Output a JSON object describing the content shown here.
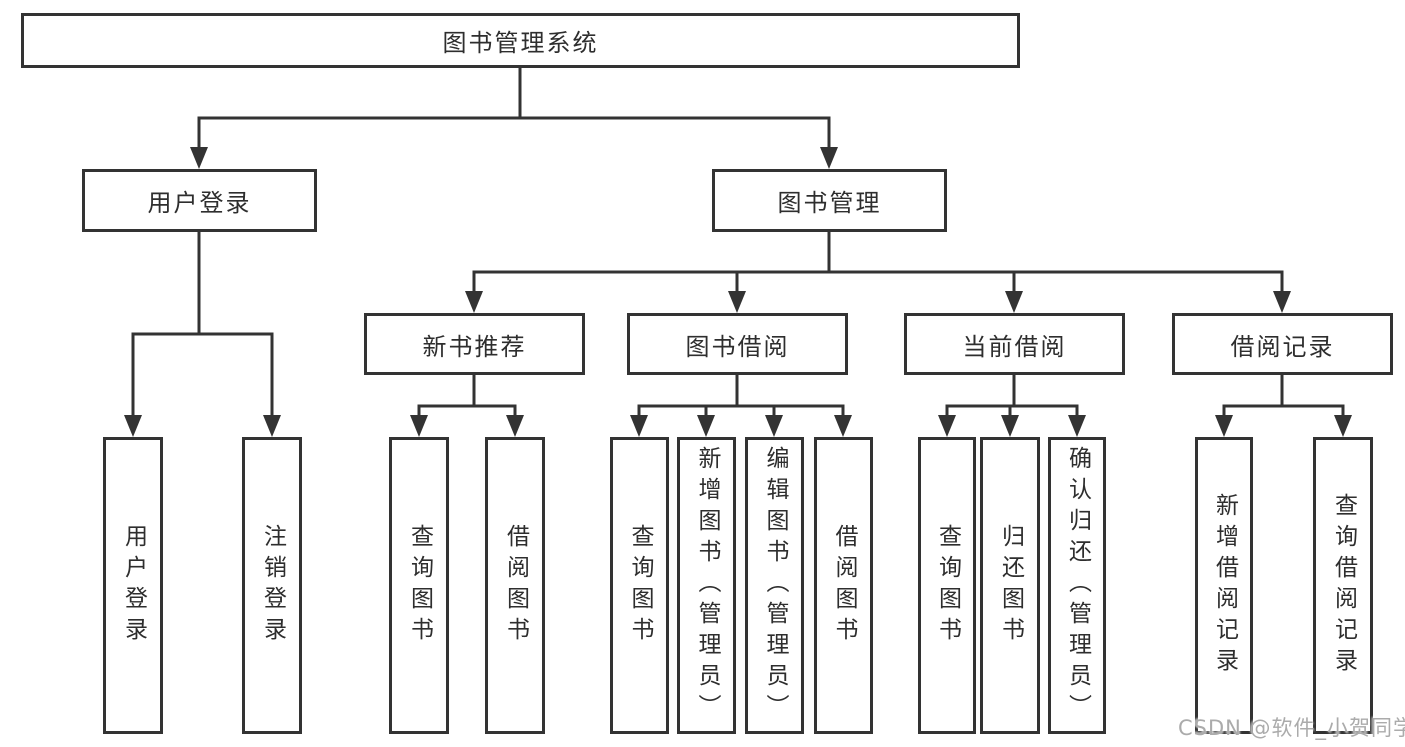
{
  "tree": {
    "label": "图书管理系统",
    "children": [
      {
        "label": "用户登录",
        "children": [
          {
            "label": "用户登录"
          },
          {
            "label": "注销登录"
          }
        ]
      },
      {
        "label": "图书管理",
        "children": [
          {
            "label": "新书推荐",
            "children": [
              {
                "label": "查询图书"
              },
              {
                "label": "借阅图书"
              }
            ]
          },
          {
            "label": "图书借阅",
            "children": [
              {
                "label": "查询图书"
              },
              {
                "label": "新增图书（管理员）"
              },
              {
                "label": "编辑图书（管理员）"
              },
              {
                "label": "借阅图书"
              }
            ]
          },
          {
            "label": "当前借阅",
            "children": [
              {
                "label": "查询图书"
              },
              {
                "label": "归还图书"
              },
              {
                "label": "确认归还（管理员）"
              }
            ]
          },
          {
            "label": "借阅记录",
            "children": [
              {
                "label": "新增借阅记录"
              },
              {
                "label": "查询借阅记录"
              }
            ]
          }
        ]
      }
    ]
  },
  "watermark": {
    "text": "CSDN @软件_小贺同学"
  },
  "colors": {
    "line": "#333333",
    "text": "#2e2e2e",
    "box_bg": "#ffffff",
    "watermark": "#ababab"
  }
}
